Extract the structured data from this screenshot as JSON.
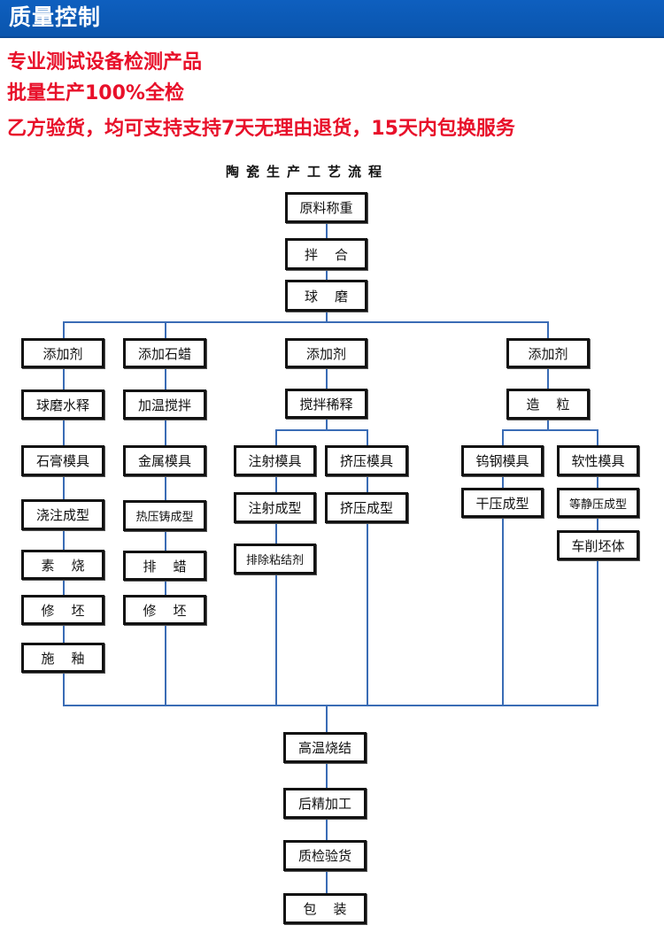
{
  "header": {
    "title": "质量控制"
  },
  "promo_lines": [
    "专业测试设备检测产品",
    "批量生产100%全检",
    "乙方验货，均可支持支持7天无理由退货，15天内包换服务"
  ],
  "flowchart": {
    "title": "陶瓷生产工艺流程",
    "main_top": [
      "原料称重",
      "拌    合",
      "球    磨"
    ],
    "branch_1": [
      "添加剂",
      "球磨水释",
      "石膏模具",
      "浇注成型",
      "素    烧",
      "修    坯",
      "施    釉"
    ],
    "branch_2": [
      "添加石蜡",
      "加温搅拌",
      "金属模具",
      "热压铸成型",
      "排    蜡",
      "修    坯"
    ],
    "branch_3": {
      "common": [
        "添加剂",
        "搅拌稀释"
      ],
      "left": [
        "注射模具",
        "注射成型",
        "排除粘结剂"
      ],
      "right": [
        "挤压模具",
        "挤压成型"
      ]
    },
    "branch_4": {
      "common": [
        "添加剂",
        "造    粒"
      ],
      "left": [
        "钨钢模具",
        "干压成型"
      ],
      "right": [
        "软性模具",
        "等静压成型",
        "车削坯体"
      ]
    },
    "main_bottom": [
      "高温烧结",
      "后精加工",
      "质检验货",
      "包    装"
    ]
  },
  "colors": {
    "header_bg": "#0b5bb8",
    "promo_text": "#e8102a",
    "connector": "#3a6cb5"
  }
}
